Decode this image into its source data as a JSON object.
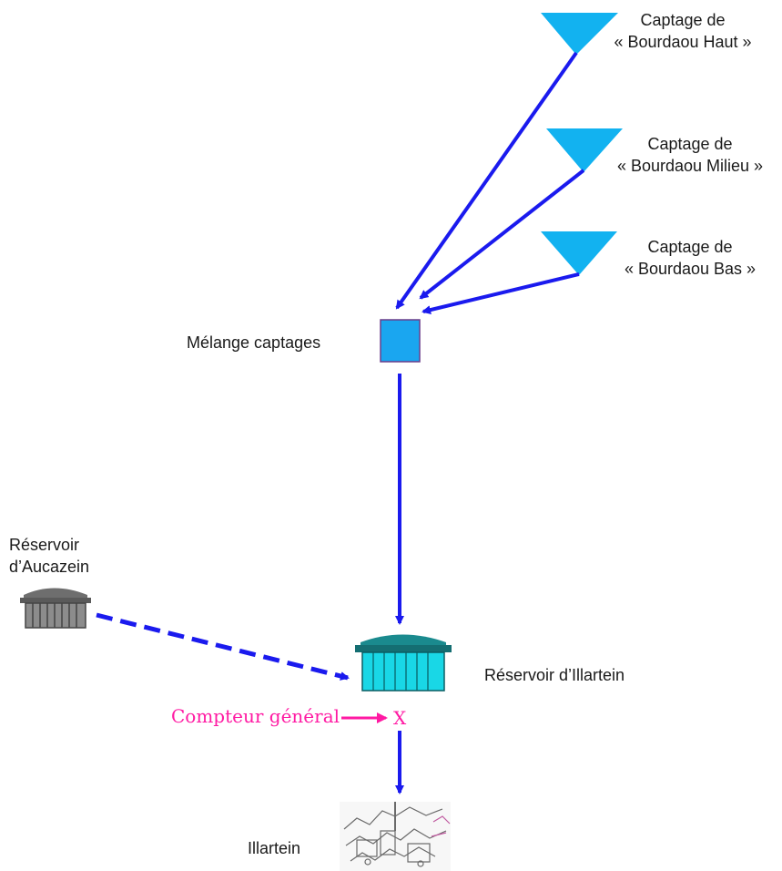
{
  "sources": {
    "haut": {
      "line1": "Captage de",
      "line2": "« Bourdaou Haut »"
    },
    "milieu": {
      "line1": "Captage de",
      "line2": "« Bourdaou Milieu »"
    },
    "bas": {
      "line1": "Captage de",
      "line2": "« Bourdaou Bas »"
    }
  },
  "mix_node": {
    "label": "Mélange captages"
  },
  "reservoir_aucazein": {
    "line1": "Réservoir",
    "line2": "d’Aucazein"
  },
  "reservoir_illartein": {
    "label": "Réservoir d’Illartein"
  },
  "meter": {
    "label": "Compteur général",
    "mark": "X"
  },
  "village": {
    "label": "Illartein"
  },
  "colors": {
    "flow": "#1a1aee",
    "source": "#12b2f0",
    "mix": "#1aa6f0",
    "reservoir_main": "#19d7e6",
    "reservoir_aux": "#808080",
    "meter": "#ff1aa3"
  },
  "icons": {
    "source": "inverted-triangle-icon",
    "mix": "square-node-icon",
    "reservoir": "reservoir-tank-icon",
    "village": "village-sketch-icon"
  }
}
